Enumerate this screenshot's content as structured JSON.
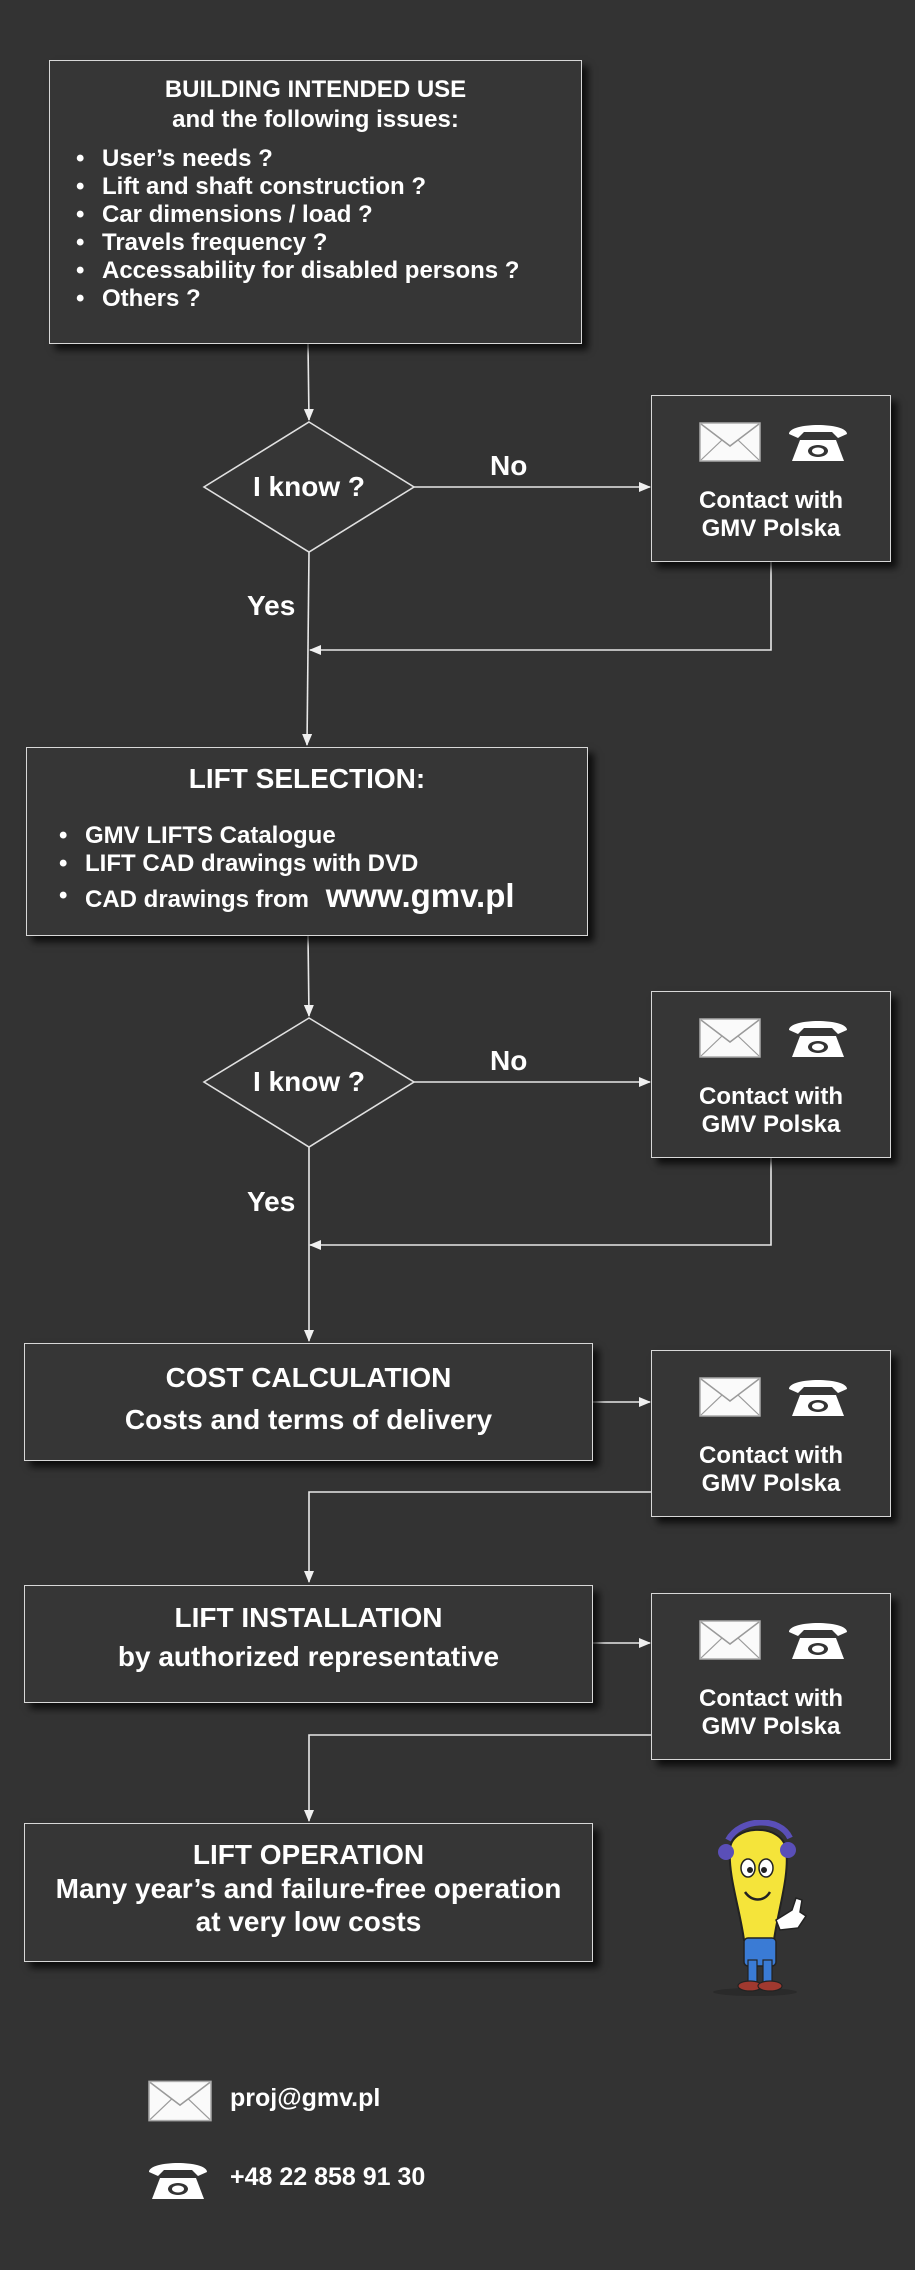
{
  "box1": {
    "title_line1": "BUILDING INTENDED USE",
    "title_line2": "and the following issues:",
    "items": [
      "User’s needs ?",
      "Lift and shaft construction ?",
      "Car dimensions / load ?",
      "Travels frequency ?",
      "Accessability for disabled persons ?",
      "Others ?"
    ]
  },
  "decision1": {
    "text": "I know ?",
    "no_label": "No",
    "yes_label": "Yes"
  },
  "contact": {
    "line1": "Contact with",
    "line2": "GMV Polska"
  },
  "box2": {
    "title": "LIFT SELECTION:",
    "items": [
      "GMV LIFTS Catalogue",
      "LIFT CAD drawings with DVD"
    ],
    "item3_prefix": "CAD drawings from",
    "item3_url": "www.gmv.pl"
  },
  "decision2": {
    "text": "I know ?",
    "no_label": "No",
    "yes_label": "Yes"
  },
  "box3": {
    "line1": "COST CALCULATION",
    "line2": "Costs and terms of delivery"
  },
  "box4": {
    "line1": "LIFT INSTALLATION",
    "line2": "by authorized representative"
  },
  "box5": {
    "line1": "LIFT OPERATION",
    "line2": "Many year’s and failure-free operation",
    "line3": "at very low costs"
  },
  "footer": {
    "email": "proj@gmv.pl",
    "phone": "+48 22 858 91 30"
  },
  "icons": {
    "mail": "envelope-icon",
    "phone": "telephone-icon",
    "mascot": "lift-mascot"
  },
  "colors": {
    "background": "#333333",
    "line": "#e8e8e8",
    "box_border": "#d8d8d8"
  }
}
